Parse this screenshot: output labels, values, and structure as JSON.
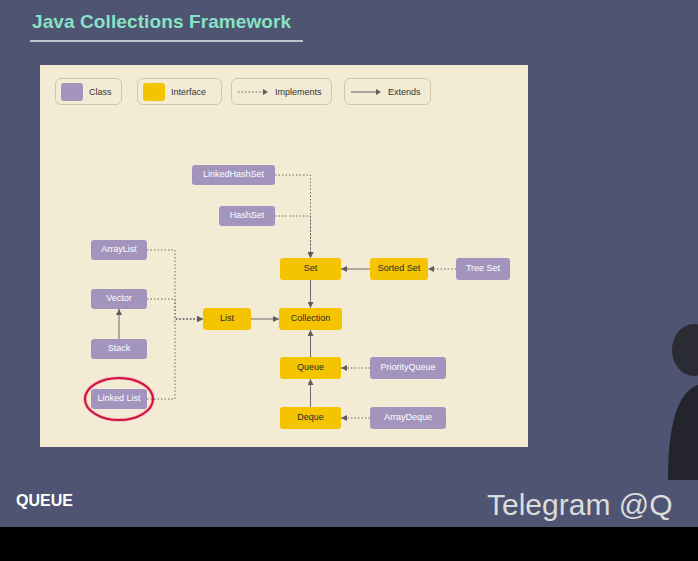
{
  "diagram": {
    "title": "Java Collections Framework",
    "nodes": [
      {
        "text": [
          "LinkedHashSet"
        ]
      },
      {
        "text": [
          "HashSet"
        ]
      },
      {
        "text": [
          "ArrayList"
        ]
      },
      {
        "text": [
          "Set"
        ]
      },
      {
        "text": [
          "Sorted Set"
        ]
      },
      {
        "text": [
          "Tree Set"
        ]
      },
      {
        "text": [
          "Vector"
        ]
      },
      {
        "text": [
          "List"
        ]
      },
      {
        "text": [
          "Collection"
        ]
      },
      {
        "text": [
          "Stack"
        ]
      },
      {
        "text": [
          "Queue"
        ]
      },
      {
        "text": [
          "PriorityQueue"
        ]
      },
      {
        "text": [
          "Linked List"
        ]
      },
      {
        "text": [
          "Deque"
        ]
      },
      {
        "text": [
          "ArrayDeque"
        ]
      }
    ],
    "edges": [
      {
        "from": 0,
        "to": 3,
        "arrow": "to"
      },
      {
        "from": 1,
        "to": 3,
        "arrow": "to"
      },
      {
        "from": 4,
        "to": 3,
        "arrow": "to"
      },
      {
        "from": 5,
        "to": 4,
        "arrow": "to"
      },
      {
        "from": 3,
        "to": 8,
        "arrow": "to"
      },
      {
        "from": 2,
        "to": 7,
        "arrow": "to"
      },
      {
        "from": 6,
        "to": 7,
        "arrow": "to"
      },
      {
        "from": 12,
        "to": 7,
        "arrow": "to"
      },
      {
        "from": 9,
        "to": 6,
        "arrow": "to"
      },
      {
        "from": 7,
        "to": 8,
        "arrow": "to"
      },
      {
        "from": 10,
        "to": 8,
        "arrow": "to"
      },
      {
        "from": 11,
        "to": 10,
        "arrow": "to"
      },
      {
        "from": 13,
        "to": 10,
        "arrow": "to"
      },
      {
        "from": 14,
        "to": 13,
        "arrow": "to"
      }
    ],
    "labels": [
      "QUEUE",
      "Telegram @Q"
    ],
    "legend": [
      {
        "text": "Class",
        "color": "#a394bd"
      },
      {
        "text": "Interface",
        "color": "#f5c400"
      },
      {
        "text": "Implements"
      },
      {
        "text": "Extends"
      }
    ]
  }
}
